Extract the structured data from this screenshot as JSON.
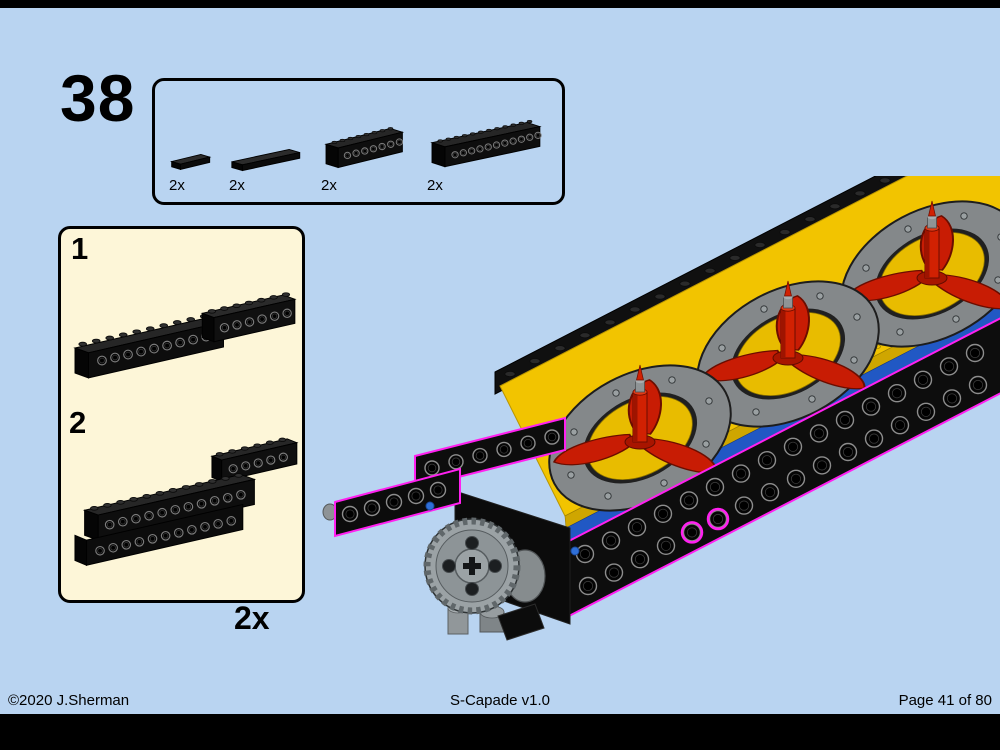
{
  "page": {
    "step_number": "38",
    "parts_callout": {
      "items": [
        {
          "part": "tile-1x4-black",
          "qty": "2x"
        },
        {
          "part": "tile-1x8-black",
          "qty": "2x"
        },
        {
          "part": "technic-brick-1x8-black",
          "qty": "2x"
        },
        {
          "part": "technic-brick-1x12-black",
          "qty": "2x"
        }
      ]
    },
    "subassembly": {
      "step1_label": "1",
      "step2_label": "2",
      "qty_label": "2x"
    },
    "footer": {
      "copyright": "©2020 J.Sherman",
      "title": "S-Capade v1.0",
      "page": "Page 41 of 80"
    },
    "colors": {
      "page_bg": "#b9d4f1",
      "subassembly_bg": "#fdf6d8",
      "highlight_magenta": "#ff20f0",
      "deck_yellow": "#f2c400",
      "propeller_red": "#c81c04",
      "hull_stripe_blue": "#2158c4"
    }
  }
}
